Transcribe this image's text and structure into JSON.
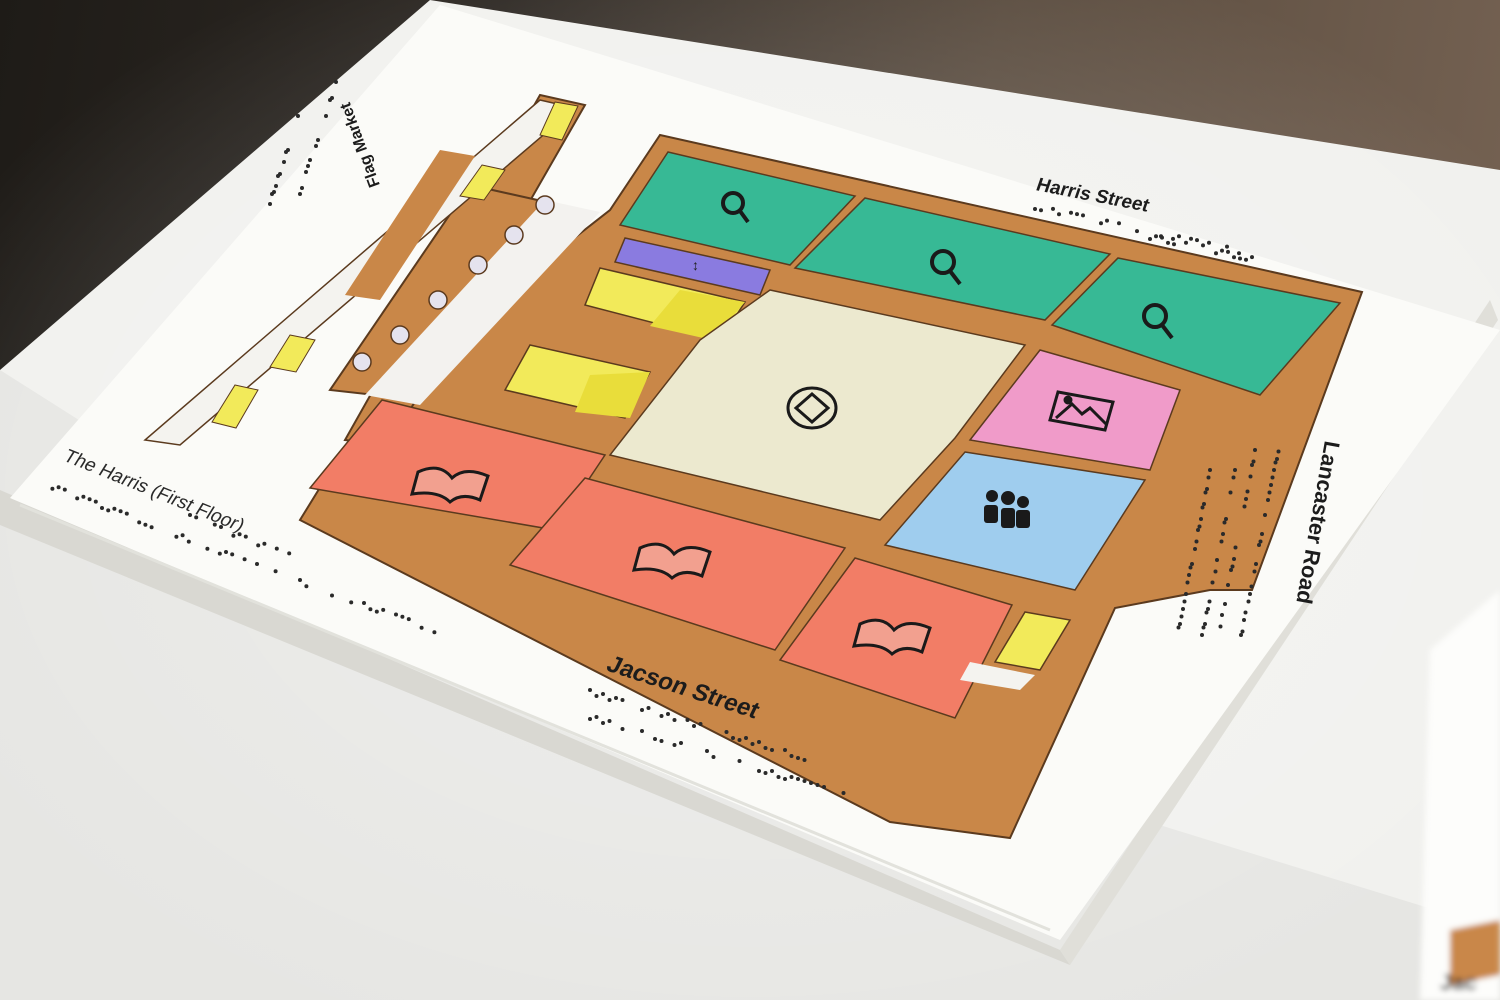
{
  "map": {
    "title": "The Harris (First Floor)",
    "streets": {
      "north": "Harris Street",
      "east": "Lancaster Road",
      "south": "Jacson Street",
      "west": "Flag Market"
    },
    "rooms": [
      {
        "name": "gallery-north-1",
        "color": "#37b995",
        "icon": "search-icon"
      },
      {
        "name": "gallery-north-2",
        "color": "#37b995",
        "icon": "search-icon"
      },
      {
        "name": "gallery-north-3",
        "color": "#37b995",
        "icon": "search-icon"
      },
      {
        "name": "central-hall",
        "color": "#ece9cf",
        "icon": "diamond-circle-icon"
      },
      {
        "name": "art-room",
        "color": "#f09bc9",
        "icon": "picture-icon"
      },
      {
        "name": "meeting-room",
        "color": "#9fcdee",
        "icon": "people-icon"
      },
      {
        "name": "library-west",
        "color": "#f27d66",
        "icon": "open-book-icon"
      },
      {
        "name": "library-south",
        "color": "#f27d66",
        "icon": "open-book-icon"
      },
      {
        "name": "library-east",
        "color": "#f27d66",
        "icon": "open-book-icon"
      },
      {
        "name": "lift",
        "color": "#8a7be0",
        "icon": "lift-icon"
      }
    ],
    "colors": {
      "walls": "#c98748",
      "stairs": "#f2ea5a",
      "paper": "#fbfbf8"
    }
  },
  "partial_page": {
    "street_fragment": "Jac"
  }
}
